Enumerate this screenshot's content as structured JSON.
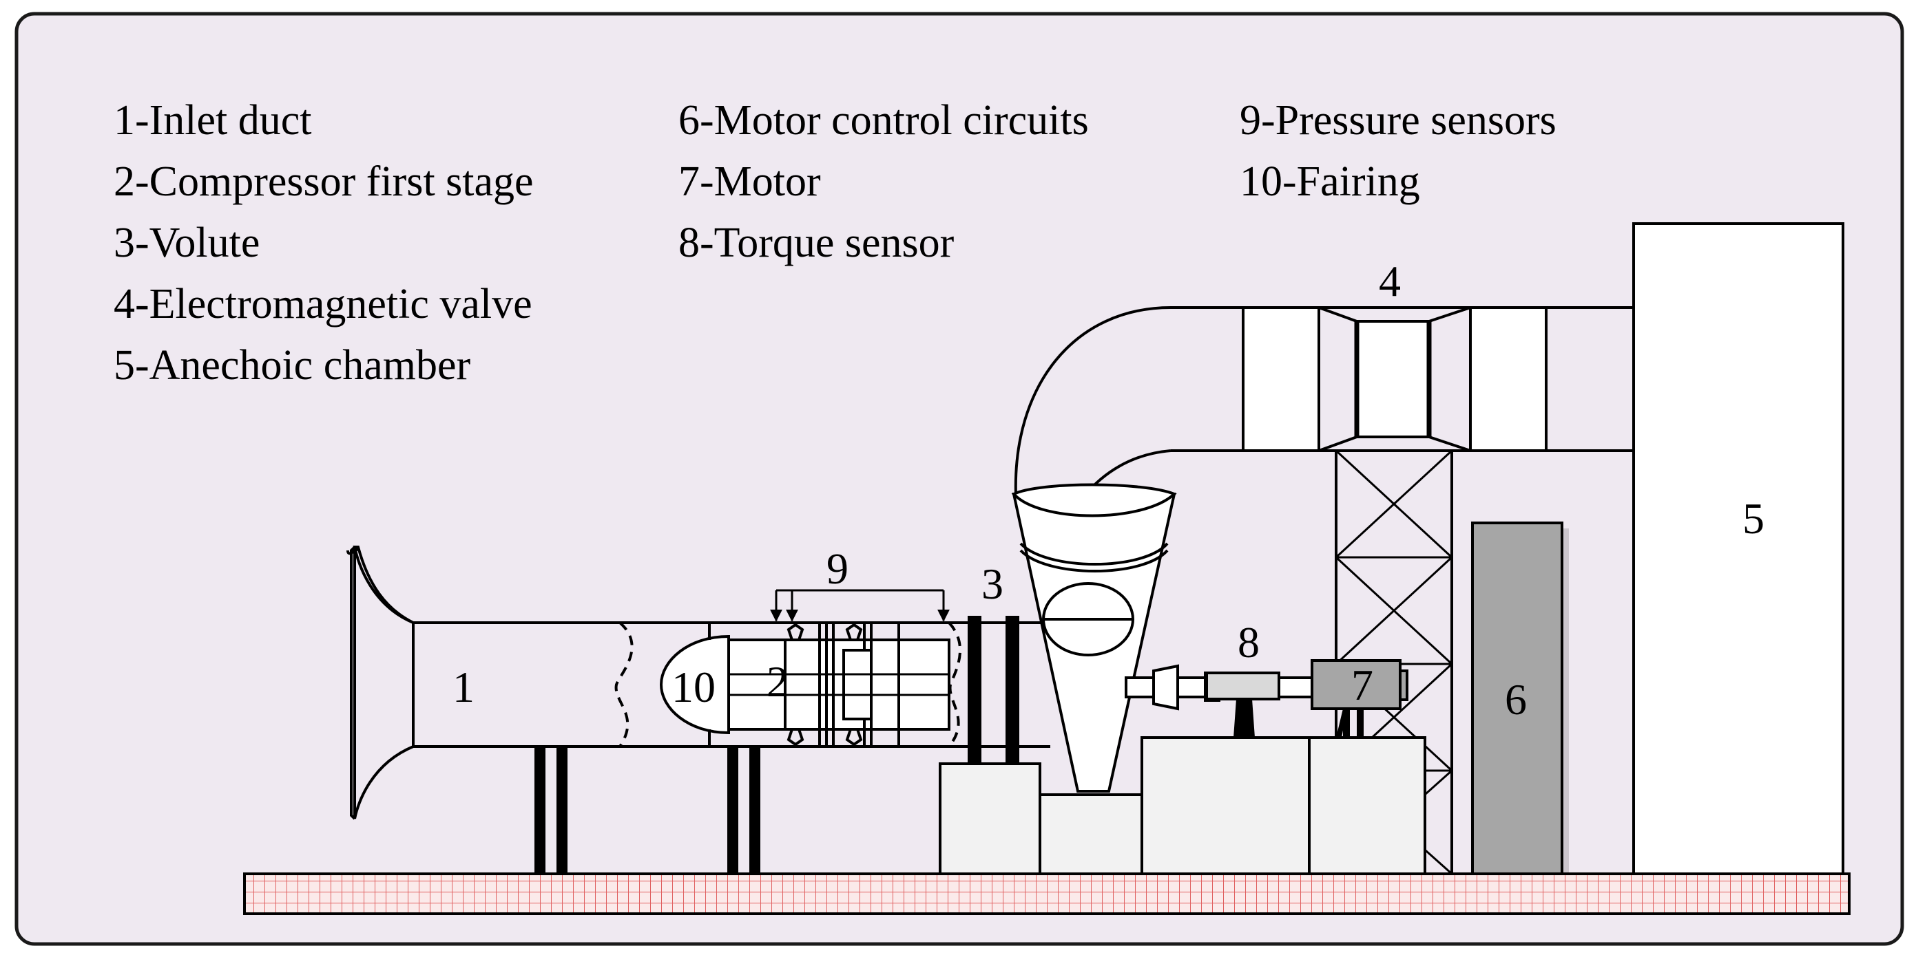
{
  "legend": [
    "1-Inlet duct",
    "2-Compressor first stage",
    "3-Volute",
    "4-Electromagnetic valve",
    "5-Anechoic chamber",
    "6-Motor control circuits",
    "7-Motor",
    "8-Torque sensor",
    "9-Pressure sensors",
    "10-Fairing"
  ],
  "labels": {
    "n1": "1",
    "n2": "2",
    "n3": "3",
    "n4": "4",
    "n5": "5",
    "n6": "6",
    "n7": "7",
    "n8": "8",
    "n9": "9",
    "n10": "10"
  },
  "colors": {
    "panel": "#efe9f1",
    "border": "#1a1a1a",
    "control_box": "#a6a6a6",
    "base_boxes": "#f2f2f2",
    "floor_grid": "#e06060",
    "floor_bg": "#fbeaea"
  }
}
